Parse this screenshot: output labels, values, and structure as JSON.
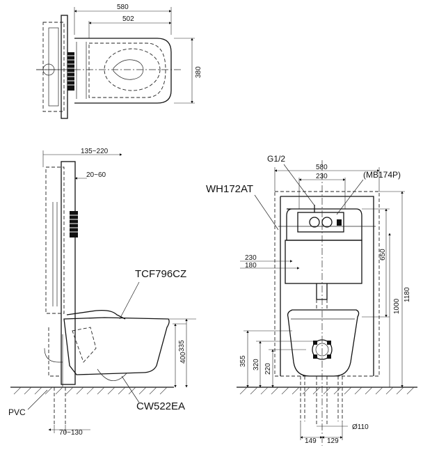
{
  "top_view": {
    "dims": {
      "overall_width": "580",
      "bowl_width": "502",
      "depth": "380"
    }
  },
  "side_view": {
    "dims": {
      "wall_range": "135~220",
      "frame_range": "20~60",
      "height_400": "400",
      "height_335": "335",
      "base_range": "70~130"
    },
    "labels": {
      "seat": "TCF796CZ",
      "bowl": "CW522EA",
      "pipe": "PVC"
    }
  },
  "front_view": {
    "dims": {
      "frame_width": "580",
      "plate_width": "230",
      "pipe_230": "230",
      "pipe_180": "180",
      "plate_height": "650",
      "height_1000": "1000",
      "height_1180": "1180",
      "h355": "355",
      "h320": "320",
      "h220": "220",
      "w149": "149",
      "w129": "129",
      "drain": "Ø110"
    },
    "labels": {
      "frame": "WH172AT",
      "inlet": "G1/2",
      "plate": "(MB174P)"
    }
  }
}
